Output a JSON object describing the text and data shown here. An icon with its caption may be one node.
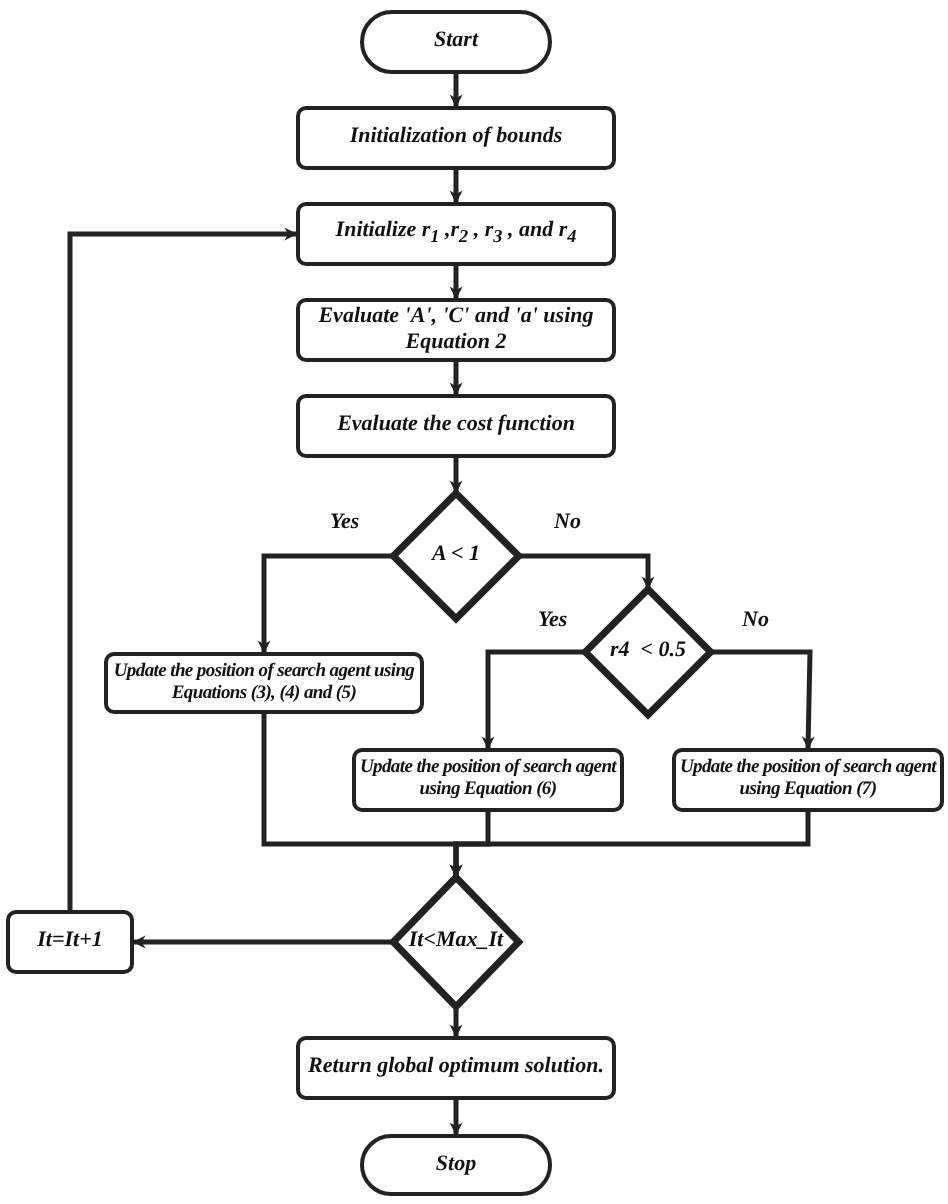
{
  "diagram": {
    "nodes": [
      {
        "text": [
          "Start"
        ]
      },
      {
        "text": [
          "Initialization of bounds"
        ]
      },
      {
        "text": [
          "Initialize r$_{1}$ ,r$_{2}$ , r$_{3}$ , and r$_{4}$"
        ]
      },
      {
        "text": [
          "Evaluate 'A', 'C' and 'a' using Equation 2"
        ]
      },
      {
        "text": [
          "Evaluate the cost function"
        ]
      },
      {
        "text": [
          "A < 1"
        ]
      },
      {
        "text": [
          "Update the position of search agent using Equations (3), (4) and (5)"
        ]
      },
      {
        "text": [
          "r4  < 0.5"
        ]
      },
      {
        "text": [
          "Update the position of search agent using Equation (6)"
        ]
      },
      {
        "text": [
          "Update the position of search agent using Equation (7)"
        ]
      },
      {
        "text": [
          "It=It+1"
        ]
      },
      {
        "text": [
          "It<Max_It"
        ]
      },
      {
        "text": [
          "Return global optimum solution."
        ]
      },
      {
        "text": [
          "Stop"
        ]
      }
    ],
    "edges": [
      {
        "from": 0,
        "to": 1,
        "arrow": "to"
      },
      {
        "from": 1,
        "to": 2,
        "arrow": "to"
      },
      {
        "from": 2,
        "to": 3,
        "arrow": "to"
      },
      {
        "from": 3,
        "to": 4,
        "arrow": "to"
      },
      {
        "from": 4,
        "to": 5,
        "arrow": "to"
      },
      {
        "from": 5,
        "to": 6,
        "arrow": "to",
        "label": "Yes"
      },
      {
        "from": 5,
        "to": 7,
        "arrow": "to",
        "label": "No"
      },
      {
        "from": 7,
        "to": 8,
        "arrow": "to",
        "label": "Yes"
      },
      {
        "from": 7,
        "to": 9,
        "arrow": "to",
        "label": "No"
      },
      {
        "from": 6,
        "to": 11,
        "arrow": "to"
      },
      {
        "from": 8,
        "to": 11,
        "arrow": "to"
      },
      {
        "from": 9,
        "to": 11,
        "arrow": "to"
      },
      {
        "from": 11,
        "to": 10,
        "arrow": "to"
      },
      {
        "from": 10,
        "to": 2,
        "arrow": "to"
      },
      {
        "from": 11,
        "to": 12,
        "arrow": "to"
      },
      {
        "from": 12,
        "to": 13,
        "arrow": "to"
      }
    ]
  }
}
